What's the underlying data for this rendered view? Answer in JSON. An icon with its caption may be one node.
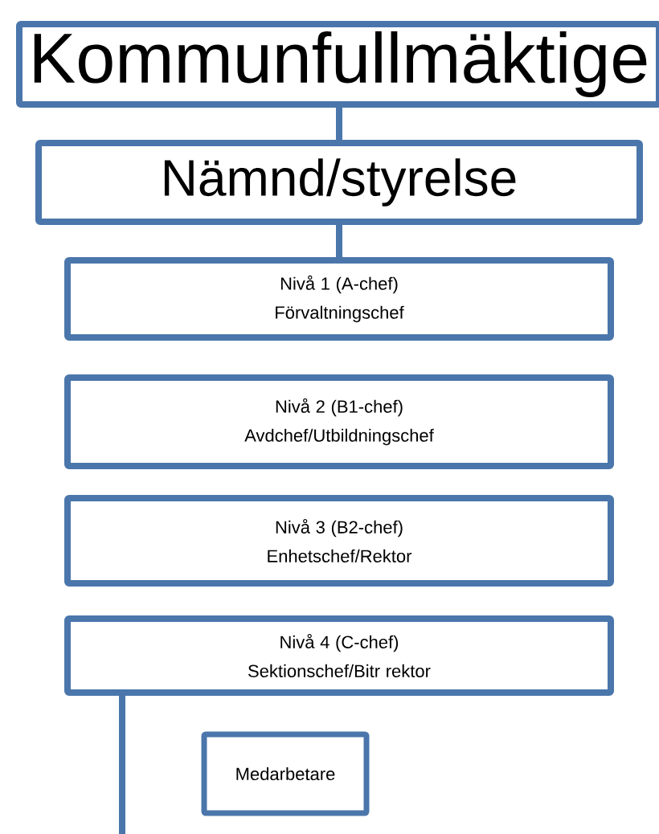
{
  "diagram": {
    "nodes": [
      {
        "text": [
          "Kommunfullmäktige"
        ]
      },
      {
        "text": [
          "Nämnd/styrelse"
        ]
      },
      {
        "text": [
          "Nivå 1 (A-chef)",
          "Förvaltningschef"
        ]
      },
      {
        "text": [
          "Nivå 2 (B1-chef)",
          "Avdchef/Utbildningschef"
        ]
      },
      {
        "text": [
          "Nivå 3 (B2-chef)",
          "Enhetschef/Rektor"
        ]
      },
      {
        "text": [
          "Nivå 4 (C-chef)",
          "Sektionschef/Bitr rektor"
        ]
      },
      {
        "text": [
          "Medarbetare"
        ]
      }
    ],
    "edges": [
      {
        "from": 0,
        "to": 1,
        "arrow": "none"
      },
      {
        "from": 1,
        "to": 2,
        "arrow": "none"
      },
      {
        "from": 5,
        "to": null,
        "arrow": "none"
      }
    ]
  }
}
